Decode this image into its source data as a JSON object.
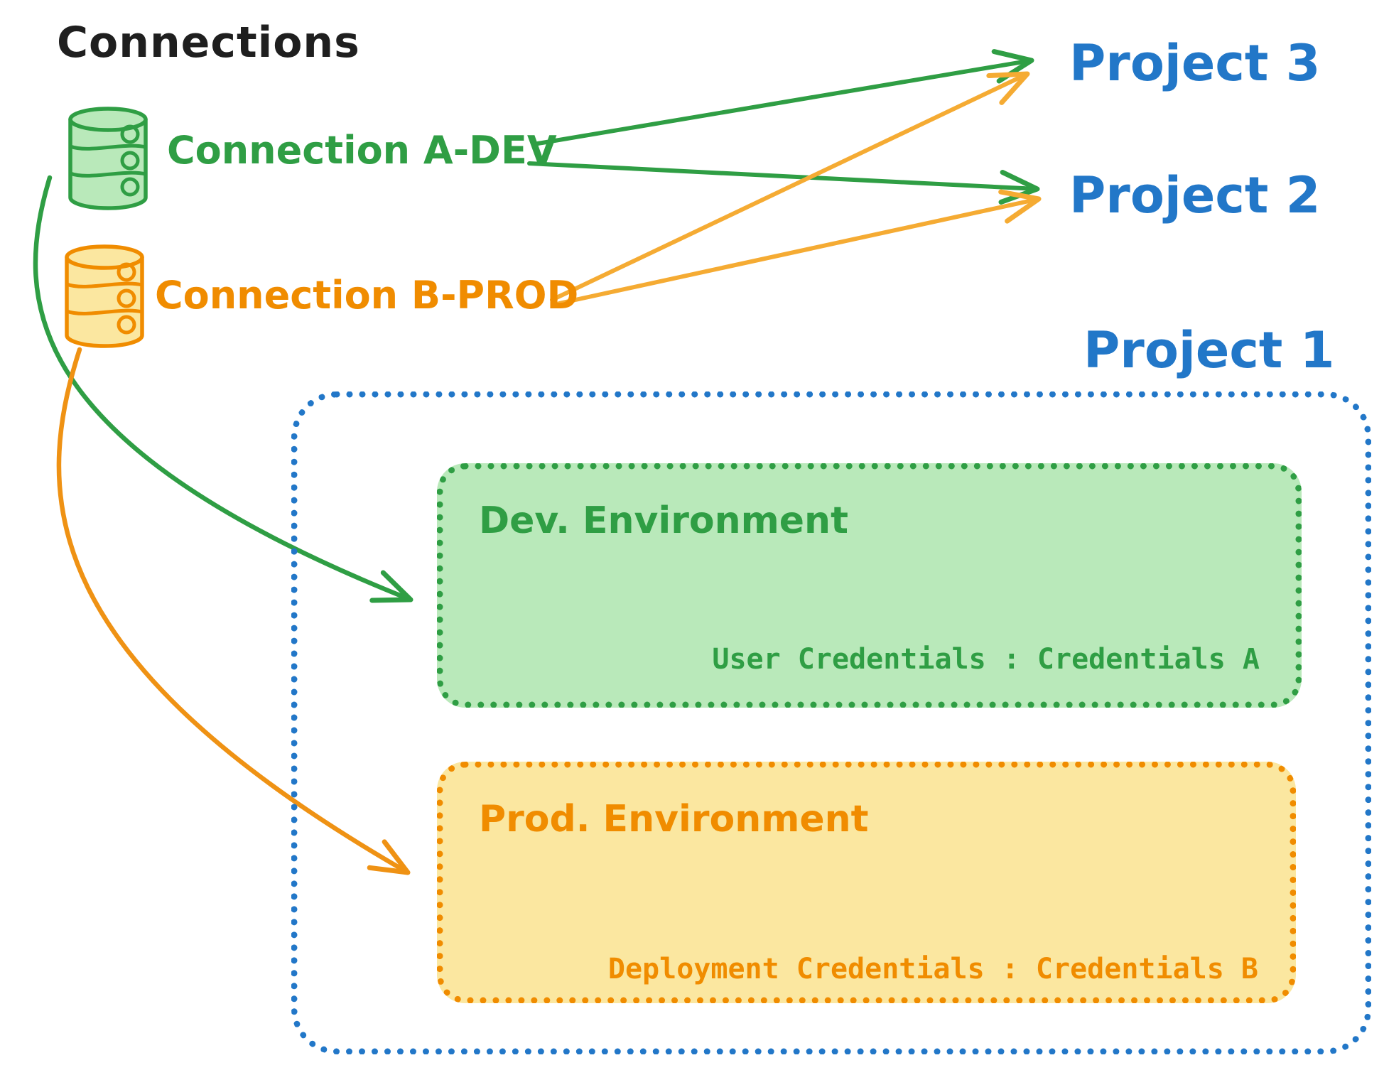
{
  "title": "Connections",
  "connections": [
    {
      "id": "a-dev",
      "label": "Connection A-DEV",
      "color": "#2f9e44",
      "icon": "database-icon"
    },
    {
      "id": "b-prod",
      "label": "Connection B-PROD",
      "color": "#f08c00",
      "icon": "database-icon"
    }
  ],
  "projects": [
    {
      "label": "Project 3"
    },
    {
      "label": "Project 2"
    },
    {
      "label": "Project 1"
    }
  ],
  "environments": [
    {
      "name": "Dev. Environment",
      "credentials": "User Credentials : Credentials A"
    },
    {
      "name": "Prod. Environment",
      "credentials": "Deployment Credentials : Credentials B"
    }
  ],
  "arrows": [
    {
      "from": "Connection A-DEV",
      "to": "Project 3",
      "color": "#2f9e44"
    },
    {
      "from": "Connection A-DEV",
      "to": "Project 2",
      "color": "#2f9e44"
    },
    {
      "from": "Connection B-PROD",
      "to": "Project 3",
      "color": "#f5ab33"
    },
    {
      "from": "Connection B-PROD",
      "to": "Project 2",
      "color": "#f5ab33"
    },
    {
      "from": "Connection A-DEV",
      "to": "Dev. Environment",
      "color": "#2f9e44"
    },
    {
      "from": "Connection B-PROD",
      "to": "Prod. Environment",
      "color": "#ef9214"
    }
  ],
  "colors": {
    "green": "#2f9e44",
    "green_fill": "#b9e9ba",
    "orange": "#f08c00",
    "orange_arrow": "#f5ab33",
    "orange_fill": "#fbe7a0",
    "blue": "#2277c8",
    "ink": "#1f1f1f"
  }
}
